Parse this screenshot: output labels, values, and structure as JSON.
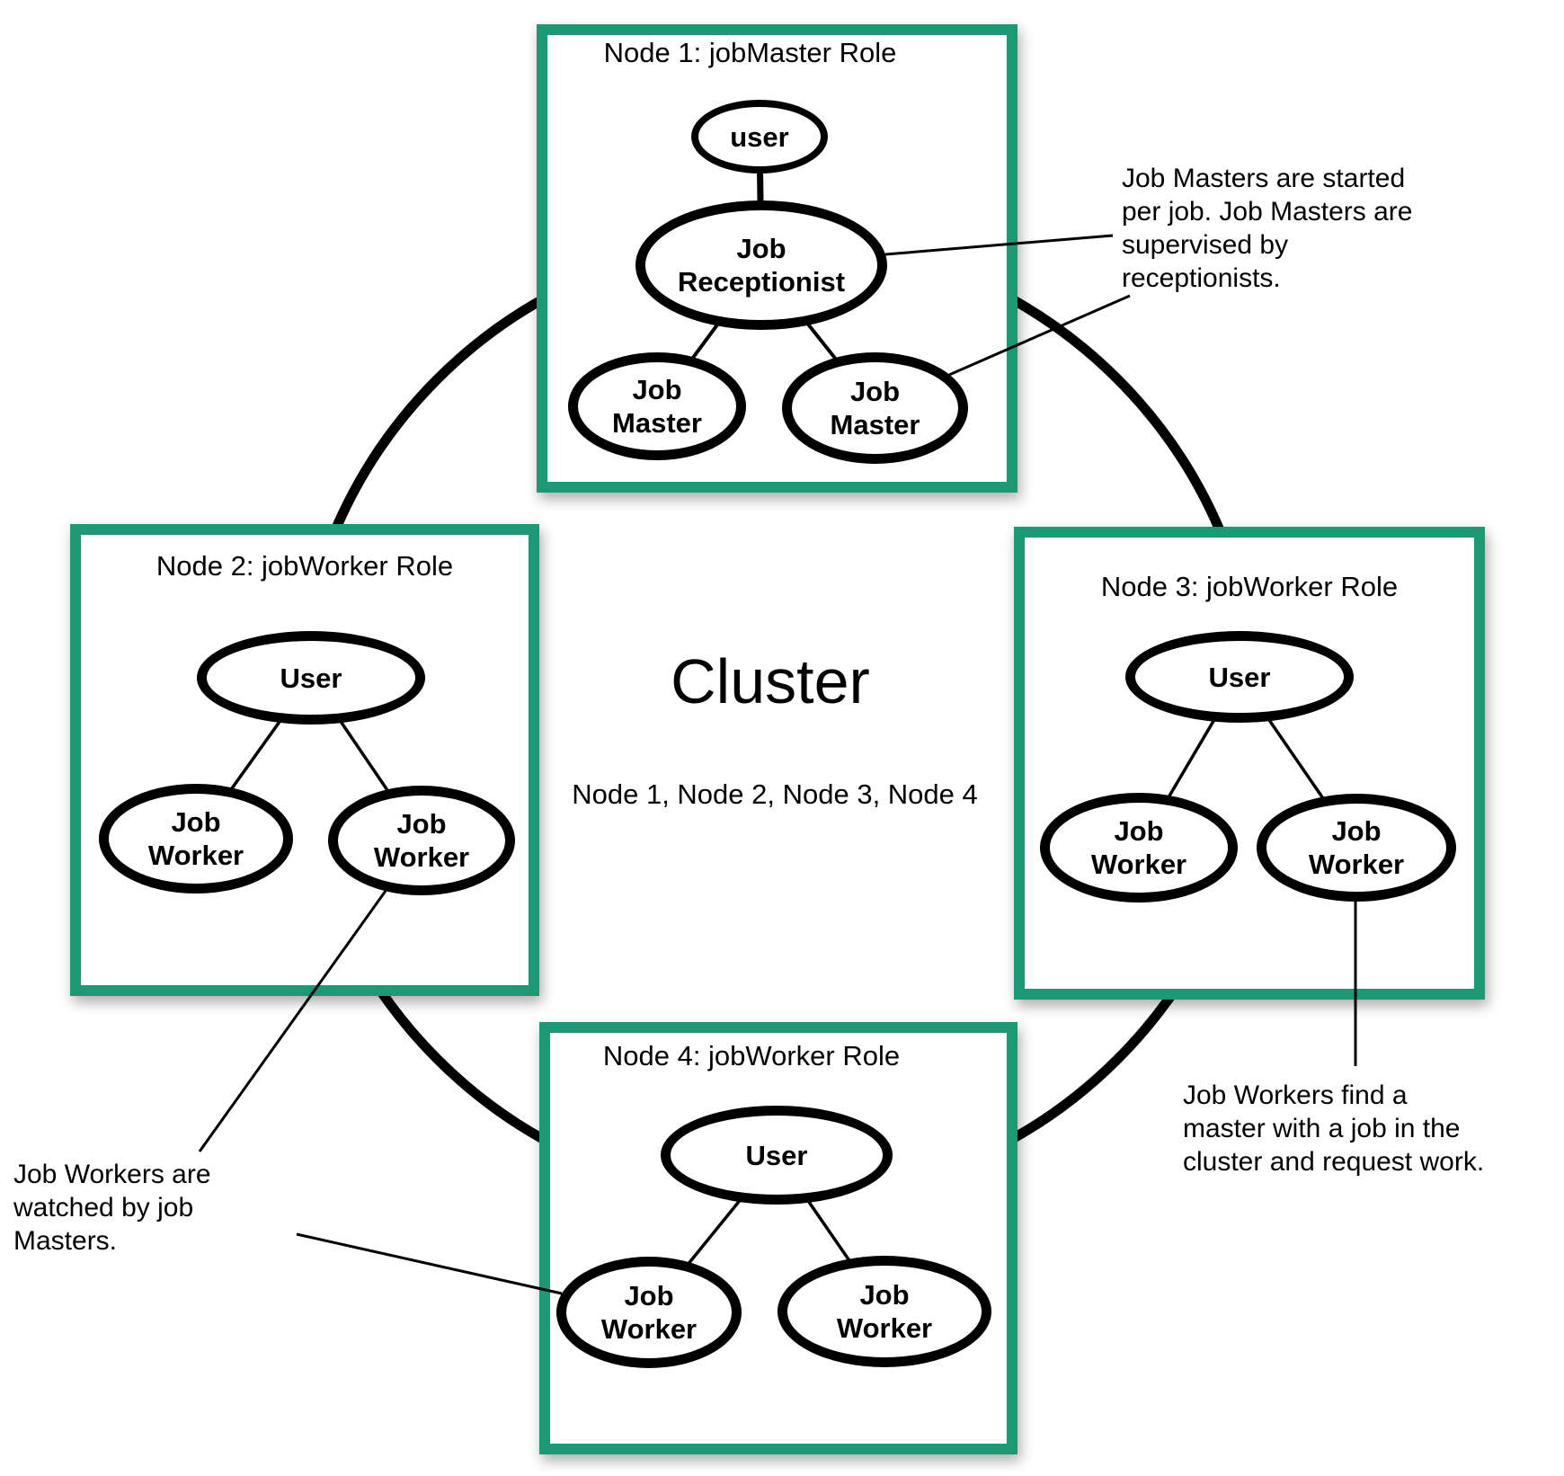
{
  "colors": {
    "box_border_green": "#1a9974",
    "line_black": "#000000",
    "background": "#ffffff"
  },
  "cluster": {
    "title": "Cluster",
    "subtitle": "Node 1, Node 2, Node 3, Node 4"
  },
  "nodes": [
    {
      "title": "Node 1: jobMaster Role",
      "ellipses": [
        {
          "label": "user"
        },
        {
          "label": "Job\nReceptionist"
        },
        {
          "label": "Job\nMaster"
        },
        {
          "label": "Job\nMaster"
        }
      ]
    },
    {
      "title": "Node 2: jobWorker Role",
      "ellipses": [
        {
          "label": "User"
        },
        {
          "label": "Job\nWorker"
        },
        {
          "label": "Job\nWorker"
        }
      ]
    },
    {
      "title": "Node 3: jobWorker Role",
      "ellipses": [
        {
          "label": "User"
        },
        {
          "label": "Job\nWorker"
        },
        {
          "label": "Job\nWorker"
        }
      ]
    },
    {
      "title": "Node 4: jobWorker Role",
      "ellipses": [
        {
          "label": "User"
        },
        {
          "label": "Job\nWorker"
        },
        {
          "label": "Job\nWorker"
        }
      ]
    }
  ],
  "annotations": [
    {
      "text": "Job Masters are started\nper job. Job Masters are\nsupervised by\nreceptionists."
    },
    {
      "text": "Job Workers find a\nmaster with a job in the\ncluster and request work."
    },
    {
      "text": "Job Workers are\nwatched by job\nMasters."
    }
  ]
}
